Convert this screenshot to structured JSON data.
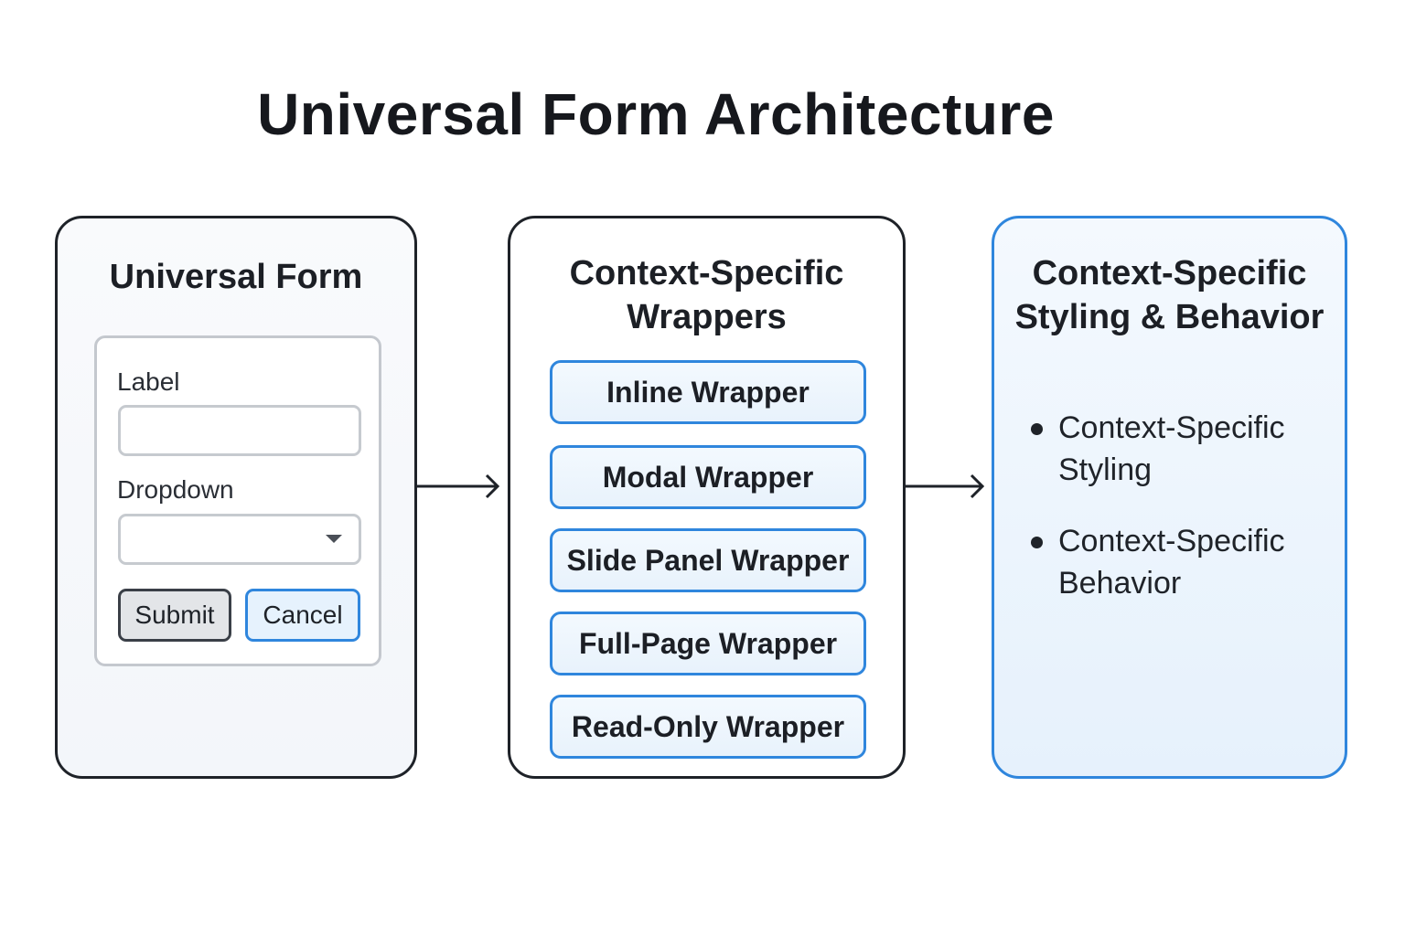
{
  "title": "Universal Form Architecture",
  "colors": {
    "accent": "#2f86dd",
    "outline": "#1e2228"
  },
  "universal_form": {
    "heading": "Universal Form",
    "fields": [
      {
        "label": "Label",
        "value": ""
      },
      {
        "label": "Dropdown",
        "selected": ""
      }
    ],
    "dropdown_icon": "caret-down-icon",
    "buttons": {
      "submit": "Submit",
      "cancel": "Cancel"
    }
  },
  "wrappers": {
    "heading_line1": "Context-Specific",
    "heading_line2": "Wrappers",
    "items": [
      "Inline Wrapper",
      "Modal Wrapper",
      "Slide Panel Wrapper",
      "Full-Page Wrapper",
      "Read-Only Wrapper"
    ]
  },
  "styling_behavior": {
    "heading_line1": "Context-Specific",
    "heading_line2": "Styling & Behavior",
    "bullets": [
      {
        "line1": "Context-Specific",
        "line2": "Styling"
      },
      {
        "line1": "Context-Specific",
        "line2": "Behavior"
      }
    ]
  },
  "arrows": [
    "arrow-right-icon",
    "arrow-right-icon"
  ]
}
